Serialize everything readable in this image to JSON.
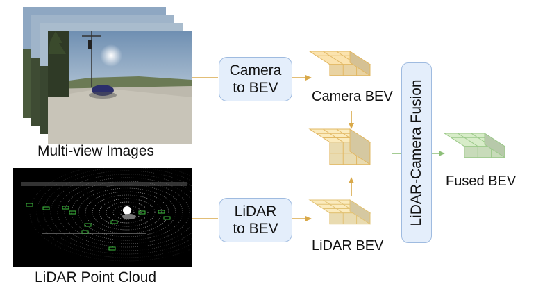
{
  "inputs": {
    "camera_label": "Multi-view Images",
    "lidar_label": "LiDAR Point Cloud"
  },
  "modules": {
    "camera_to_bev": [
      "Camera",
      "to BEV"
    ],
    "lidar_to_bev": [
      "LiDAR",
      "to BEV"
    ],
    "fusion": "LiDAR-Camera Fusion"
  },
  "features": {
    "camera_bev": "Camera BEV",
    "lidar_bev": "LiDAR BEV",
    "fused_bev": "Fused BEV"
  },
  "colors": {
    "camera_block": "#fbe3ae",
    "lidar_block": "#fbebbd",
    "fused_block": "#d7ecc8",
    "arrow_orange": "#d9a94a",
    "arrow_green": "#8dbf78",
    "module_fill": "#e4eefb",
    "module_border": "#9fbbe0"
  }
}
